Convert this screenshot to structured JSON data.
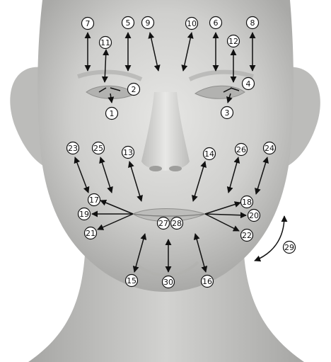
{
  "diagram": {
    "points": [
      {
        "id": "p1",
        "label": "1"
      },
      {
        "id": "p2",
        "label": "2"
      },
      {
        "id": "p3",
        "label": "3"
      },
      {
        "id": "p4",
        "label": "4"
      },
      {
        "id": "p5",
        "label": "5"
      },
      {
        "id": "p6",
        "label": "6"
      },
      {
        "id": "p7",
        "label": "7"
      },
      {
        "id": "p8",
        "label": "8"
      },
      {
        "id": "p9",
        "label": "9"
      },
      {
        "id": "p10",
        "label": "10"
      },
      {
        "id": "p11",
        "label": "11"
      },
      {
        "id": "p12",
        "label": "12"
      },
      {
        "id": "p13",
        "label": "13"
      },
      {
        "id": "p14",
        "label": "14"
      },
      {
        "id": "p15",
        "label": "15"
      },
      {
        "id": "p16",
        "label": "16"
      },
      {
        "id": "p17",
        "label": "17"
      },
      {
        "id": "p18",
        "label": "18"
      },
      {
        "id": "p19",
        "label": "19"
      },
      {
        "id": "p20",
        "label": "20"
      },
      {
        "id": "p21",
        "label": "21"
      },
      {
        "id": "p22",
        "label": "22"
      },
      {
        "id": "p23",
        "label": "23"
      },
      {
        "id": "p24",
        "label": "24"
      },
      {
        "id": "p25",
        "label": "25"
      },
      {
        "id": "p26",
        "label": "26"
      },
      {
        "id": "p27",
        "label": "27"
      },
      {
        "id": "p28",
        "label": "28"
      },
      {
        "id": "p29",
        "label": "29"
      },
      {
        "id": "p30",
        "label": "30"
      }
    ],
    "colors": {
      "face": "#c9c9c7",
      "face_highlight": "#e4e4e2",
      "face_shadow": "#9a9a98",
      "background": "#ffffff",
      "ink": "#111111"
    }
  }
}
